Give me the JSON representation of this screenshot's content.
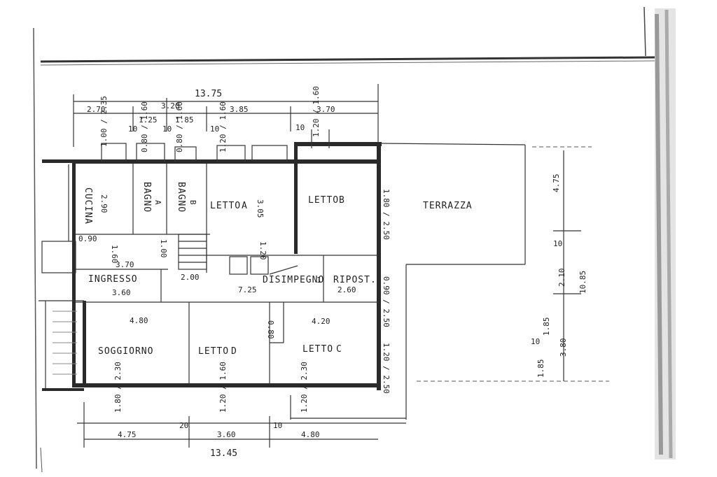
{
  "rooms": {
    "cucina": "CUCINA",
    "bagno_a": "BAGNO",
    "bagno_b": "BAGNO",
    "letto_a": "LETTO",
    "letto_b": "LETTO",
    "letto_c": "LETTO",
    "letto_d": "LETTO",
    "terrazza": "TERRAZZA",
    "ingresso": "INGRESSO",
    "disimpegno": "DISIMPEGNO",
    "ripostiglio": "RIPOST.",
    "soggiorno": "SOGGIORNO"
  },
  "room_markers": {
    "a": "A",
    "b": "B",
    "c": "C",
    "d": "D",
    "bagno_a": "A",
    "bagno_b": "B",
    "disimpegno": "1"
  },
  "dimensions": {
    "total_top": "13.75",
    "total_bottom": "13.45",
    "top_1": "2.70",
    "top_2": "3.20",
    "top_3": "3.85",
    "top_4": "3.70",
    "top_sub_1": "1.25",
    "top_sub_2": "1.85",
    "top_10a": "10",
    "top_10b": "10",
    "top_10c": "10",
    "top_10d": "10",
    "bottom_1": "4.75",
    "bottom_2": "3.60",
    "bottom_3": "4.80",
    "bottom_20": "20",
    "bottom_10": "10",
    "cucina_h": "2.90",
    "letto_a_h": "3.05",
    "ingresso_w": "3.70",
    "ingresso_h": "3.60",
    "disimpegno_w": "7.25",
    "ripost_w": "2.60",
    "soggiorno_w": "4.80",
    "letto_c_w": "4.20",
    "right_475": "4.75",
    "right_1085": "10.85",
    "right_210": "2.10",
    "right_380": "3.80",
    "right_185a": "1.85",
    "right_185b": "1.85",
    "win_180_250": "1.80 / 2.50",
    "win_090_250": "0.90 / 2.50",
    "win_120_250": "1.20 / 2.50",
    "win_b1": "1.80 / 2.30",
    "win_b2": "1.20 / 1.60",
    "win_b3": "1.20 / 2.30",
    "win_t1": "1.00 / 2.35",
    "win_t2": "0.80 / 1.60",
    "win_t3": "0.80 / 1.60",
    "win_t4": "1.20 / 1.60",
    "win_t5": "1.20 / 1.60",
    "small_1": "0.90",
    "small_2": "1.60",
    "small_3": "1.20",
    "small_4": "2.00",
    "small_5": "0.80",
    "small_6": "1.00",
    "small_7": "10",
    "small_8": "10"
  },
  "colors": {
    "ink": "#2a2a2a",
    "paper": "#ffffff"
  }
}
